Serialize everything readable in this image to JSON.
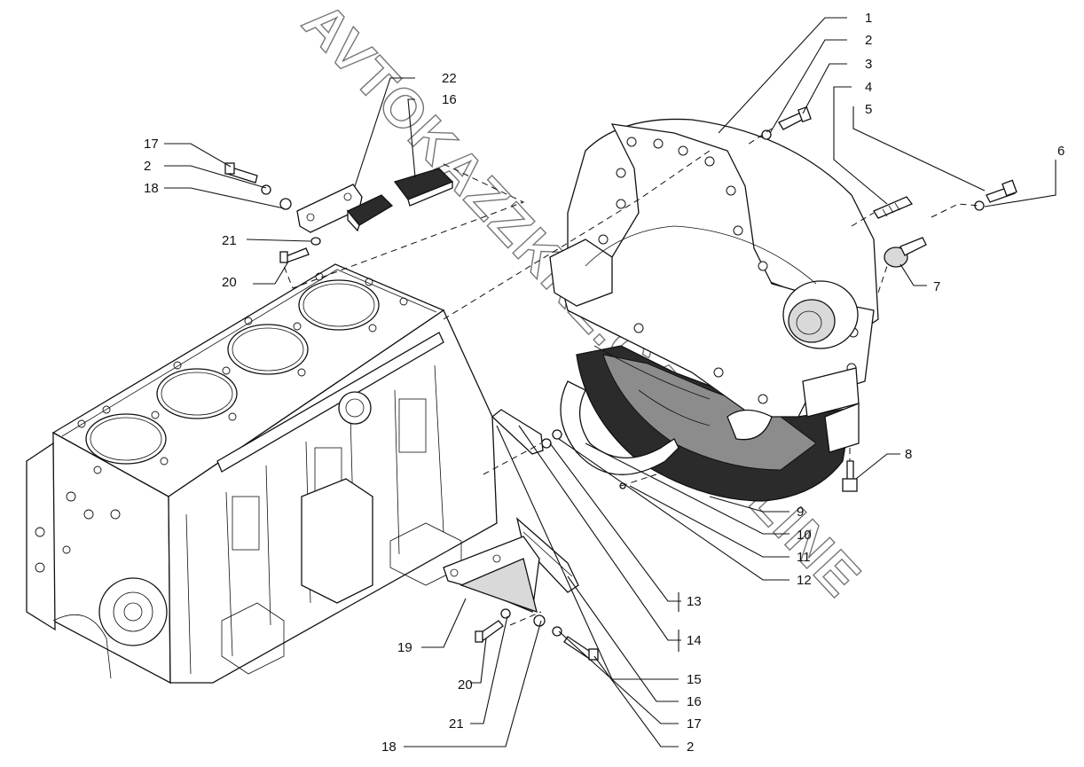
{
  "watermark": "AVTOKAZZKRZ.CAT.ONLINE",
  "colors": {
    "ink": "#111111",
    "part_fill": "#ffffff",
    "shade_dark": "#2b2b2b",
    "shade_mid": "#8c8c8c",
    "shade_light": "#d9d9d9",
    "watermark": "#777777"
  },
  "callouts": [
    {
      "id": "c1",
      "label": "1"
    },
    {
      "id": "c2a",
      "label": "2"
    },
    {
      "id": "c3",
      "label": "3"
    },
    {
      "id": "c4",
      "label": "4"
    },
    {
      "id": "c5",
      "label": "5"
    },
    {
      "id": "c6",
      "label": "6"
    },
    {
      "id": "c7",
      "label": "7"
    },
    {
      "id": "c8",
      "label": "8"
    },
    {
      "id": "c9",
      "label": "9"
    },
    {
      "id": "c10",
      "label": "10"
    },
    {
      "id": "c11",
      "label": "11"
    },
    {
      "id": "c12",
      "label": "12"
    },
    {
      "id": "c13",
      "label": "13"
    },
    {
      "id": "c14",
      "label": "14"
    },
    {
      "id": "c15",
      "label": "15"
    },
    {
      "id": "c16b",
      "label": "16"
    },
    {
      "id": "c17b",
      "label": "17"
    },
    {
      "id": "c2b",
      "label": "2"
    },
    {
      "id": "c18b",
      "label": "18"
    },
    {
      "id": "c21b",
      "label": "21"
    },
    {
      "id": "c20b",
      "label": "20"
    },
    {
      "id": "c19",
      "label": "19"
    },
    {
      "id": "c22",
      "label": "22"
    },
    {
      "id": "c16a",
      "label": "16"
    },
    {
      "id": "c17a",
      "label": "17"
    },
    {
      "id": "c2c",
      "label": "2"
    },
    {
      "id": "c18a",
      "label": "18"
    },
    {
      "id": "c21a",
      "label": "21"
    },
    {
      "id": "c20a",
      "label": "20"
    }
  ]
}
